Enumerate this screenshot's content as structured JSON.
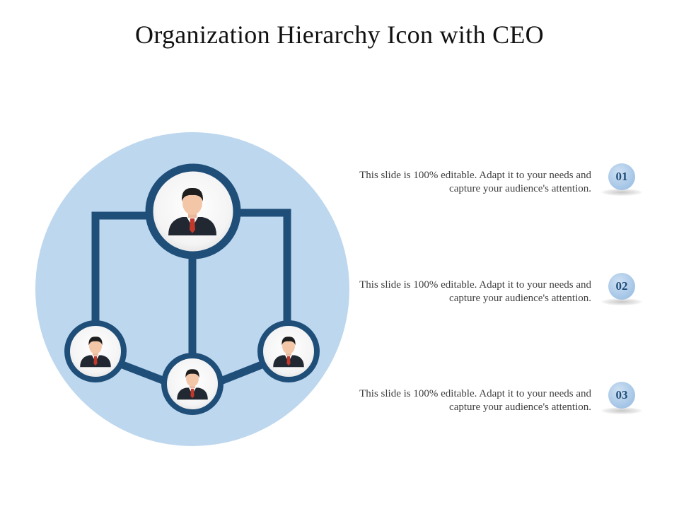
{
  "title": "Organization Hierarchy Icon with CEO",
  "colors": {
    "background_circle": "#bdd7ee",
    "connector": "#1f4e79",
    "node_fill": "#f2f2f2",
    "badge_fill": "#a9c8e8",
    "badge_text": "#1f4e79"
  },
  "diagram": {
    "nodes": [
      {
        "role": "ceo",
        "icon": "businessman-icon"
      },
      {
        "role": "left-member",
        "icon": "businessman-icon"
      },
      {
        "role": "center-member",
        "icon": "businessman-icon"
      },
      {
        "role": "right-member",
        "icon": "businessman-icon"
      }
    ]
  },
  "items": [
    {
      "number": "01",
      "text": "This slide is 100% editable. Adapt it to your needs and capture your audience's attention."
    },
    {
      "number": "02",
      "text": "This slide is 100% editable. Adapt it to your needs and capture your audience's attention."
    },
    {
      "number": "03",
      "text": "This slide is 100% editable. Adapt it to your needs and capture your audience's attention."
    }
  ]
}
